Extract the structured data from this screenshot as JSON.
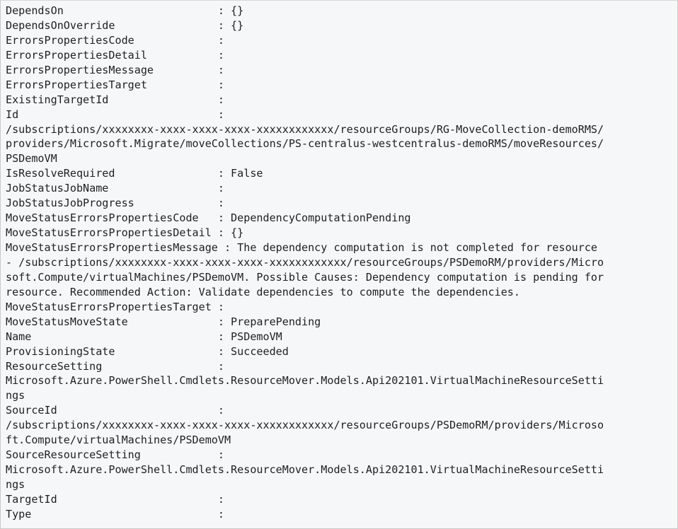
{
  "terminal": {
    "kind": "powershell-format-list-output",
    "background_color": "#f6f7f9",
    "border_color": "#c9c9c9",
    "text_color": "#1d1f21",
    "label_column_width": 33,
    "wrap_columns": 93,
    "separator": ":"
  },
  "properties": [
    {
      "name": "DependsOn",
      "value": "{}"
    },
    {
      "name": "DependsOnOverride",
      "value": "{}"
    },
    {
      "name": "ErrorsPropertiesCode",
      "value": ""
    },
    {
      "name": "ErrorsPropertiesDetail",
      "value": ""
    },
    {
      "name": "ErrorsPropertiesMessage",
      "value": ""
    },
    {
      "name": "ErrorsPropertiesTarget",
      "value": ""
    },
    {
      "name": "ExistingTargetId",
      "value": ""
    },
    {
      "name": "Id",
      "value": "/subscriptions/xxxxxxxx-xxxx-xxxx-xxxx-xxxxxxxxxxxx/resourceGroups/RG-MoveCollection-demoRMS/providers/Microsoft.Migrate/moveCollections/PS-centralus-westcentralus-demoRMS/moveResources/PSDemoVM"
    },
    {
      "name": "IsResolveRequired",
      "value": "False"
    },
    {
      "name": "JobStatusJobName",
      "value": ""
    },
    {
      "name": "JobStatusJobProgress",
      "value": ""
    },
    {
      "name": "MoveStatusErrorsPropertiesCode",
      "value": "DependencyComputationPending"
    },
    {
      "name": "MoveStatusErrorsPropertiesDetail",
      "value": "{}"
    },
    {
      "name": "MoveStatusErrorsPropertiesMessage",
      "value": "The dependency computation is not completed for resource - /subscriptions/xxxxxxxx-xxxx-xxxx-xxxx-xxxxxxxxxxxx/resourceGroups/PSDemoRM/providers/Microsoft.Compute/virtualMachines/PSDemoVM. Possible Causes: Dependency computation is pending for resource. Recommended Action: Validate dependencies to compute the dependencies."
    },
    {
      "name": "MoveStatusErrorsPropertiesTarget",
      "value": ""
    },
    {
      "name": "MoveStatusMoveState",
      "value": "PreparePending"
    },
    {
      "name": "Name",
      "value": "PSDemoVM"
    },
    {
      "name": "ProvisioningState",
      "value": "Succeeded"
    },
    {
      "name": "ResourceSetting",
      "value": "Microsoft.Azure.PowerShell.Cmdlets.ResourceMover.Models.Api202101.VirtualMachineResourceSettings"
    },
    {
      "name": "SourceId",
      "value": "/subscriptions/xxxxxxxx-xxxx-xxxx-xxxx-xxxxxxxxxxxx/resourceGroups/PSDemoRM/providers/Microsoft.Compute/virtualMachines/PSDemoVM"
    },
    {
      "name": "SourceResourceSetting",
      "value": "Microsoft.Azure.PowerShell.Cmdlets.ResourceMover.Models.Api202101.VirtualMachineResourceSettings"
    },
    {
      "name": "TargetId",
      "value": ""
    },
    {
      "name": "Type",
      "value": ""
    }
  ]
}
